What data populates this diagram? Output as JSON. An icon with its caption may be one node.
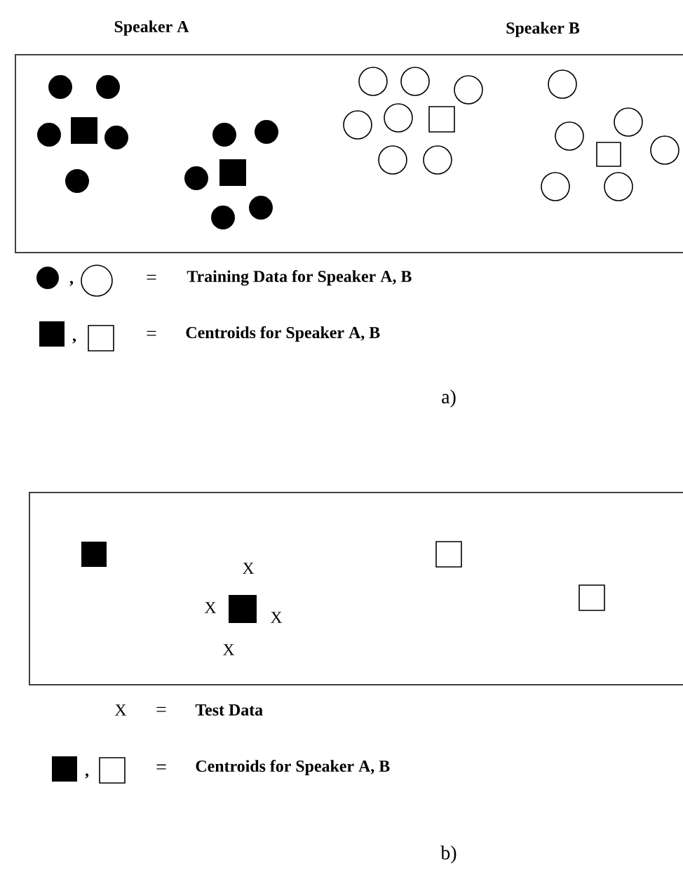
{
  "diagram": {
    "labels": [
      "Speaker A",
      "Speaker B",
      ",",
      "=",
      ",",
      "=",
      "a)",
      "X",
      "X",
      "X",
      "X",
      "X",
      "=",
      ",",
      "=",
      "b)"
    ],
    "legend": [
      {
        "text": "Training Data for Speaker A, B"
      },
      {
        "text": "Centroids for Speaker A, B"
      },
      {
        "text": "Test Data"
      },
      {
        "text": "Centroids for Speaker A, B"
      }
    ]
  }
}
